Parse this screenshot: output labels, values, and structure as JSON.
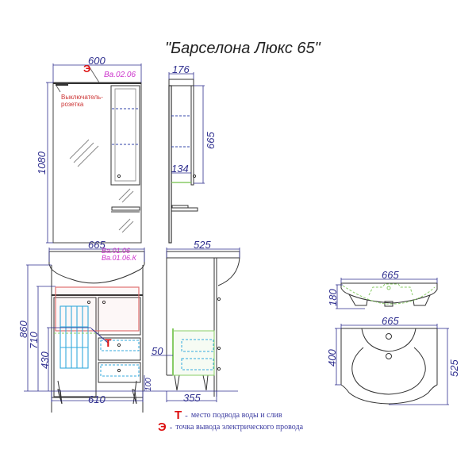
{
  "title": "\"Барселона Люкс 65\"",
  "mirror_front": {
    "width_label": "600",
    "height_label": "1080",
    "model_code": "Ва.02.06",
    "electric_marker": "Э",
    "switch_note_line1": "Выключатель-",
    "switch_note_line2": "розетка"
  },
  "mirror_side": {
    "depth_label": "176",
    "cabinet_height_label": "665",
    "cabinet_depth_label": "134"
  },
  "vanity_front": {
    "top_width_label": "665",
    "model_code_1": "Ва.01.06",
    "model_code_2": "Ва.01.06.К",
    "height_total_label": "860",
    "height_body_label": "710",
    "height_water_label": "430",
    "leg_height_label": "100",
    "base_width_label": "610",
    "water_marker": "Т"
  },
  "vanity_side": {
    "top_depth_label": "525",
    "back_offset_label": "50",
    "base_depth_label": "355"
  },
  "basin_side": {
    "width_label": "665",
    "height_label": "180"
  },
  "basin_top": {
    "width_label": "665",
    "bowl_depth_label": "400",
    "total_depth_label": "525"
  },
  "legend": [
    {
      "marker": "Т",
      "dash": "-",
      "text": "место подвода воды и слив"
    },
    {
      "marker": "Э",
      "dash": "-",
      "text": "точка вывода электрического провода"
    }
  ],
  "colors": {
    "outline": "#333333",
    "dimension": "#2f2f8f",
    "code": "#cc33cc",
    "marker": "#dd1111",
    "water_zone": "#e07070",
    "drawer_zone": "#33aadd",
    "electric_zone": "#88cc66"
  }
}
